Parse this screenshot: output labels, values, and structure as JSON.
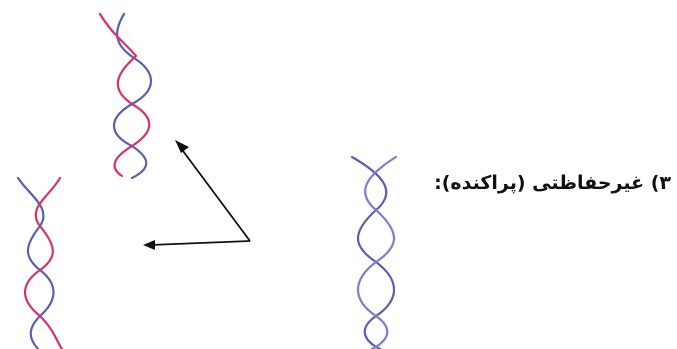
{
  "caption": {
    "text": "۳) غیرحفاظتی (پراکنده):"
  },
  "colors": {
    "parent_strand": "#5a5fb0",
    "new_strand": "#d6336c",
    "arrow": "#111111"
  },
  "figure": {
    "parent_helix": [
      "parent-strand",
      "parent-strand"
    ],
    "daughter_helix_top": [
      "parent-strand",
      "new-strand"
    ],
    "daughter_helix_left": [
      "parent-strand",
      "new-strand"
    ],
    "arrows": [
      "arrow-to-top-daughter",
      "arrow-to-left-daughter"
    ]
  }
}
